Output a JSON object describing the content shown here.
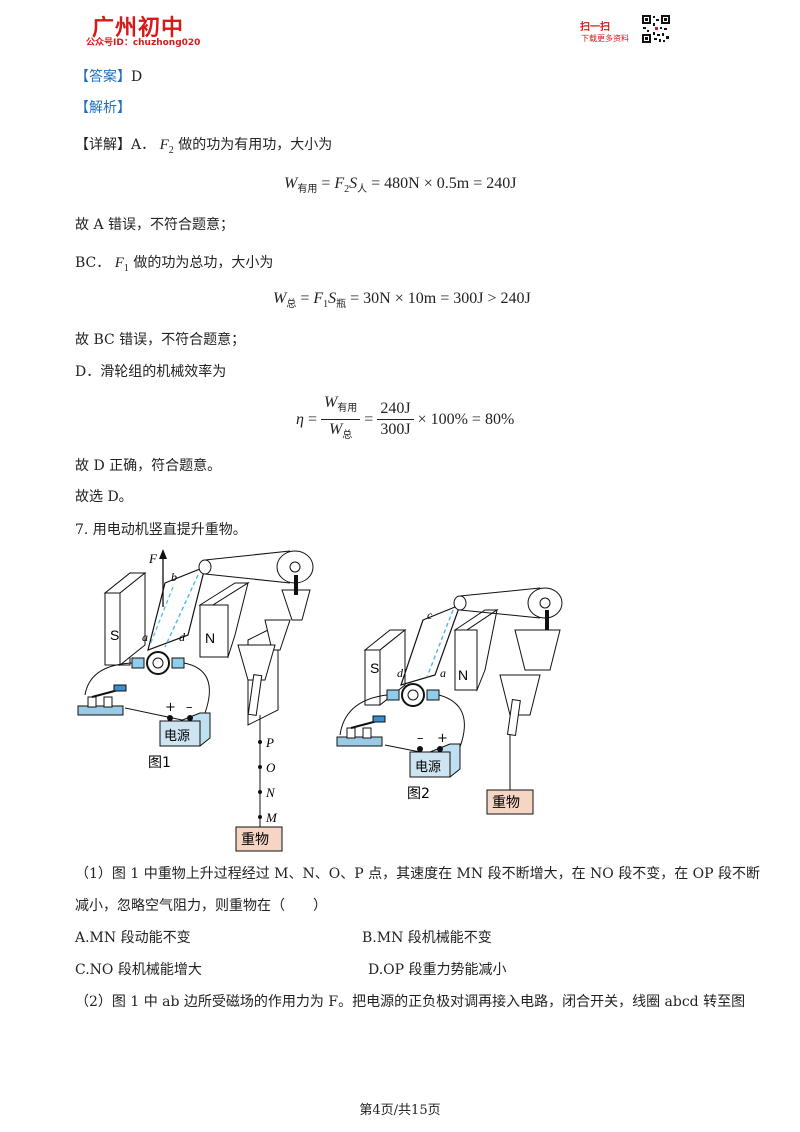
{
  "header": {
    "brand": "广州初中",
    "account_id": "公众号ID：chuzhong020",
    "scan_label": "扫一扫",
    "scan_sub": "下载更多资料"
  },
  "answer": {
    "label": "【答案】",
    "value": "D"
  },
  "analysis_label": "【解析】",
  "detail": {
    "label": "【详解】",
    "a_intro_prefix": "A．",
    "f2": "F",
    "f2_sub": "2",
    "a_intro_text": "做的功为有用功，大小为",
    "eq1": {
      "w": "W",
      "w_sub": "有用",
      "eq": "=",
      "f": "F",
      "f_sub": "2",
      "s": "S",
      "s_sub": "人",
      "rhs": "= 480N × 0.5m = 240J"
    },
    "a_conclusion": "故 A 错误，不符合题意；",
    "bc_intro_prefix": "BC．",
    "f1": "F",
    "f1_sub": "1",
    "bc_intro_text": "做的功为总功，大小为",
    "eq2": {
      "w": "W",
      "w_sub": "总",
      "eq": "=",
      "f": "F",
      "f_sub": "1",
      "s": "S",
      "s_sub": "瓶",
      "rhs": "= 30N × 10m = 300J > 240J"
    },
    "bc_conclusion": "故 BC 错误，不符合题意；",
    "d_intro": "D．滑轮组的机械效率为",
    "eq3": {
      "eta": "η",
      "eq": "=",
      "num_w": "W",
      "num_sub": "有用",
      "den_w": "W",
      "den_sub": "总",
      "num2": "240J",
      "den2": "300J",
      "rhs": "× 100% = 80%"
    },
    "d_conclusion": "故 D 正确，符合题意。",
    "choice": "故选 D。"
  },
  "question7": {
    "stem": "7. 用电动机竖直提升重物。",
    "figure1": {
      "caption": "图1",
      "labels": {
        "F": "F",
        "b": "b",
        "a": "a",
        "d": "d",
        "S": "S",
        "N": "N",
        "plus": "+",
        "minus": "–",
        "power": "电源",
        "P": "P",
        "O": "O",
        "N2": "N",
        "M": "M",
        "weight": "重物"
      }
    },
    "figure2": {
      "caption": "图2",
      "labels": {
        "c": "c",
        "d": "d",
        "a": "a",
        "S": "S",
        "N": "N",
        "plus": "+",
        "minus": "–",
        "power": "电源",
        "weight": "重物"
      }
    },
    "part1_line1": "（1）图 1 中重物上升过程经过 M、N、O、P 点，其速度在 MN 段不断增大，在 NO 段不变，在 OP 段不断",
    "part1_line2": "减小，忽略空气阻力，则重物在（　　）",
    "option_a": "A.MN 段动能不变",
    "option_b": "B.MN 段机械能不变",
    "option_c": "C.NO 段机械能增大",
    "option_d": "D.OP 段重力势能减小",
    "part2_line1": "（2）图 1 中 ab 边所受磁场的作用力为 F。把电源的正负极对调再接入电路，闭合开关，线圈 abcd 转至图"
  },
  "footer": {
    "page": "第4页/共15页"
  },
  "colors": {
    "brand_red": "#d61a1a",
    "tag_blue": "#1d6fbf",
    "magnet_fill": "#ffffff",
    "power_fill": "#cfe4f2",
    "weight_fill": "#f6d5c5"
  }
}
